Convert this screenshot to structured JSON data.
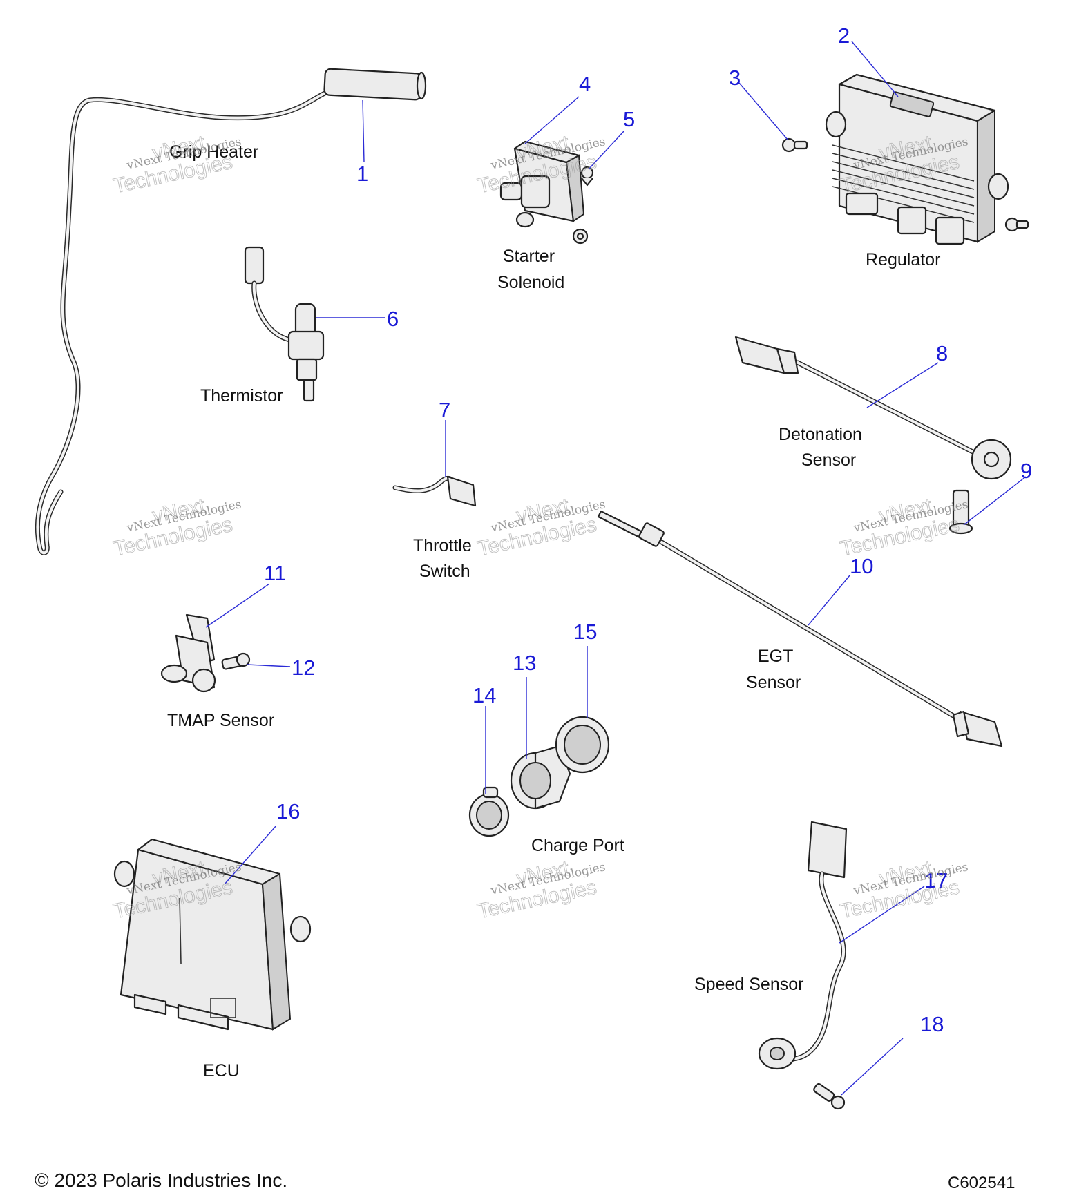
{
  "parts": [
    {
      "callout": "1",
      "name": "Grip Heater"
    },
    {
      "callout": "2",
      "name": "Regulator"
    },
    {
      "callout": "3",
      "name": ""
    },
    {
      "callout": "4",
      "name": "Starter Solenoid"
    },
    {
      "callout": "5",
      "name": ""
    },
    {
      "callout": "6",
      "name": "Thermistor"
    },
    {
      "callout": "7",
      "name": "Throttle Switch"
    },
    {
      "callout": "8",
      "name": "Detonation Sensor"
    },
    {
      "callout": "9",
      "name": ""
    },
    {
      "callout": "10",
      "name": "EGT Sensor"
    },
    {
      "callout": "11",
      "name": "TMAP Sensor"
    },
    {
      "callout": "12",
      "name": ""
    },
    {
      "callout": "13",
      "name": "Charge Port"
    },
    {
      "callout": "14",
      "name": ""
    },
    {
      "callout": "15",
      "name": ""
    },
    {
      "callout": "16",
      "name": "ECU"
    },
    {
      "callout": "17",
      "name": "Speed Sensor"
    },
    {
      "callout": "18",
      "name": ""
    }
  ],
  "labels": {
    "grip_heater": "Grip Heater",
    "starter_1": "Starter",
    "starter_2": "Solenoid",
    "regulator": "Regulator",
    "thermistor": "Thermistor",
    "detonation_1": "Detonation",
    "detonation_2": "Sensor",
    "throttle_1": "Throttle",
    "throttle_2": "Switch",
    "egt_1": "EGT",
    "egt_2": "Sensor",
    "tmap": "TMAP Sensor",
    "charge_port": "Charge Port",
    "ecu": "ECU",
    "speed_sensor": "Speed Sensor"
  },
  "callouts": [
    "1",
    "2",
    "3",
    "4",
    "5",
    "6",
    "7",
    "8",
    "9",
    "10",
    "11",
    "12",
    "13",
    "14",
    "15",
    "16",
    "17",
    "18"
  ],
  "watermark": {
    "line1": "vNext Technologies",
    "line2": "vNext",
    "line3": "Technologies"
  },
  "footer": {
    "copyright": "© 2023 Polaris Industries Inc.",
    "code": "C602541"
  },
  "colors": {
    "callout": "#1a1ad6",
    "text": "#111111"
  }
}
